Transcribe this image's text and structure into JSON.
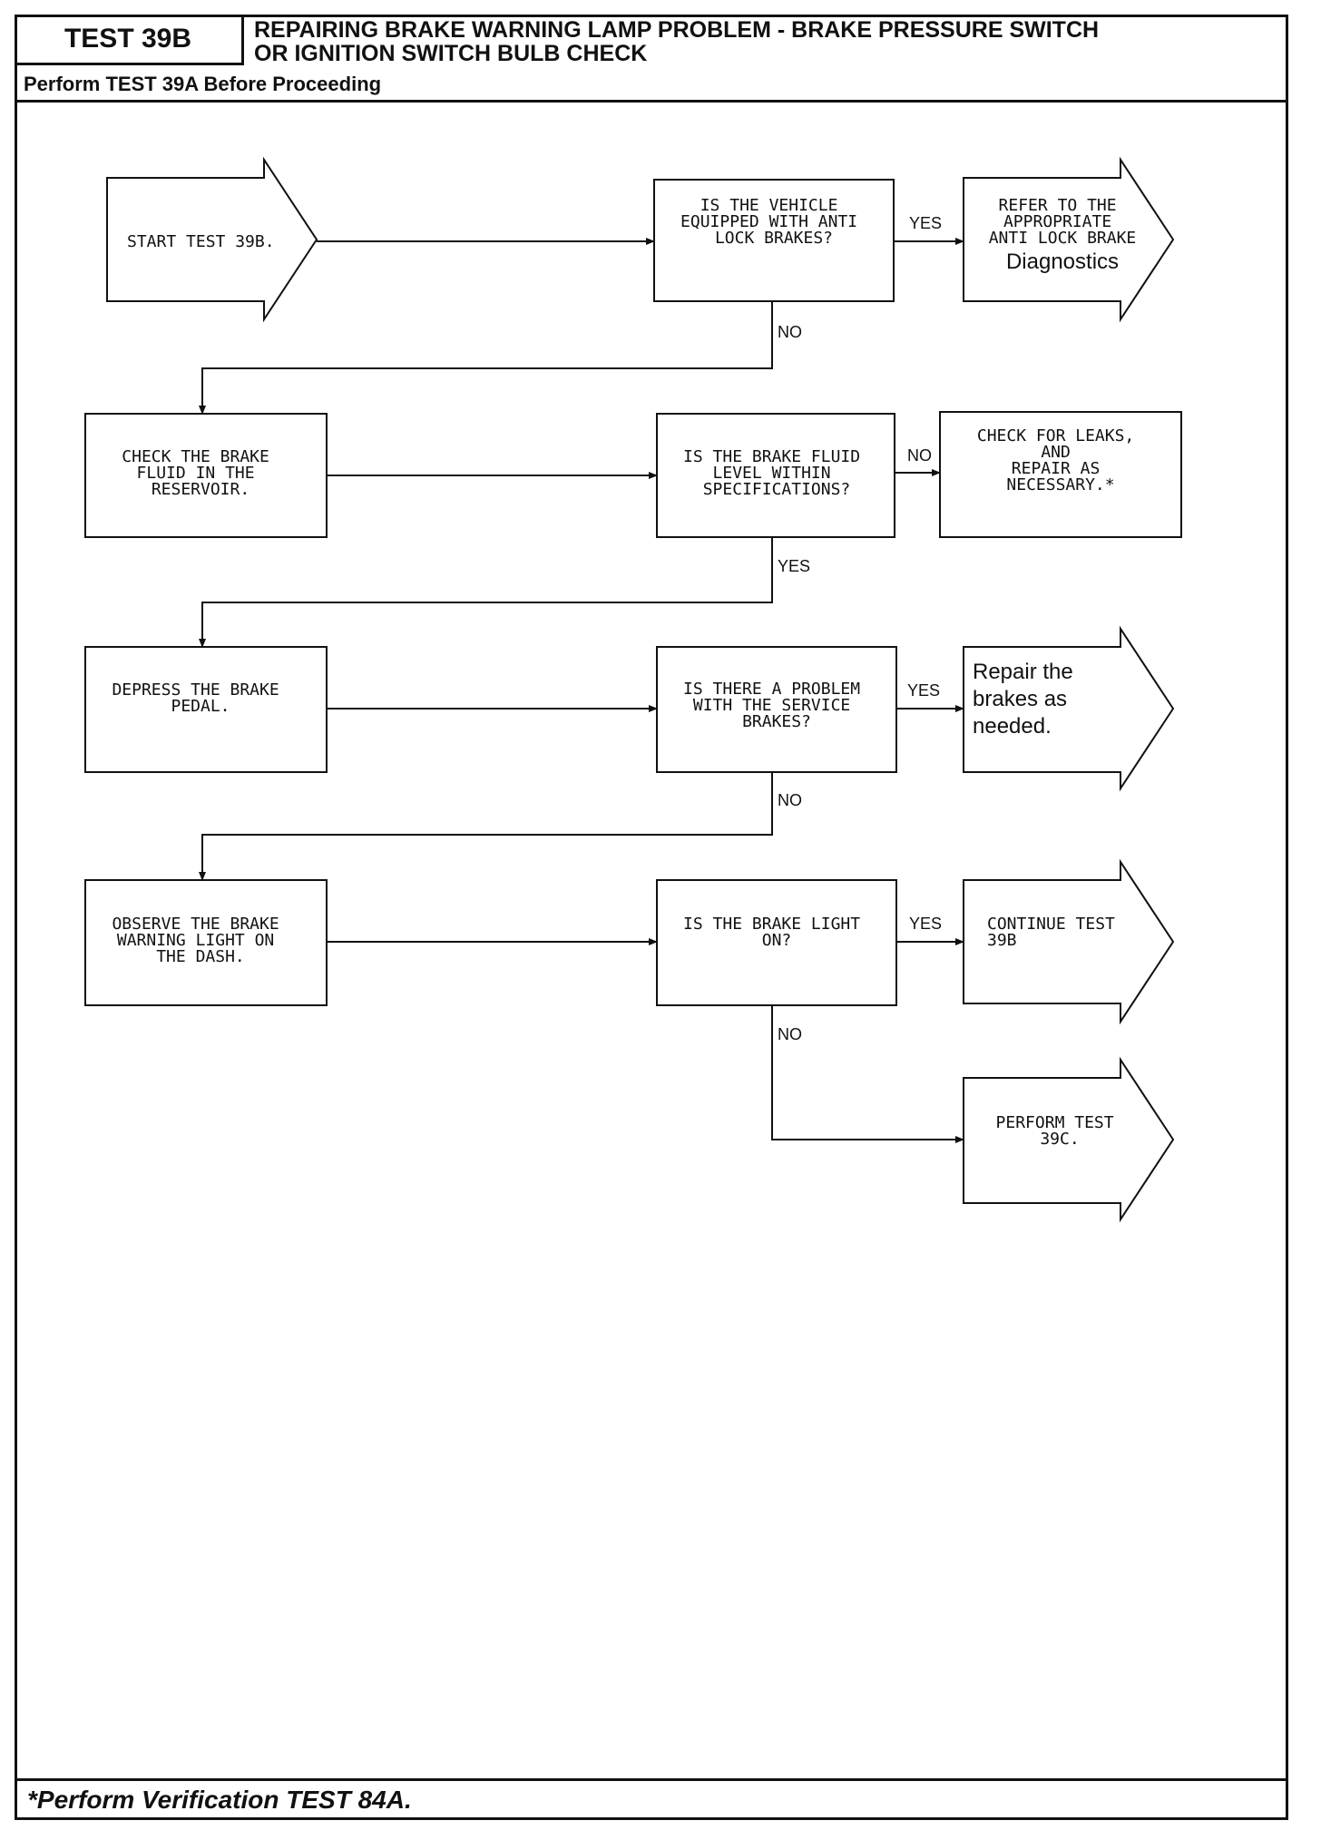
{
  "header": {
    "test_id": "TEST 39B",
    "title_line1": "REPAIRING BRAKE WARNING LAMP PROBLEM - BRAKE PRESSURE SWITCH",
    "title_line2": "OR IGNITION SWITCH BULB CHECK",
    "subtitle": "Perform TEST 39A Before Proceeding"
  },
  "flow": {
    "start": "START TEST 39B.",
    "q1": [
      "IS THE VEHICLE",
      "EQUIPPED WITH ANTI",
      "LOCK BRAKES?"
    ],
    "r1": [
      "REFER TO THE",
      "APPROPRIATE",
      "ANTI LOCK BRAKE",
      "Diagnostics"
    ],
    "a1_yes": "YES",
    "a1_no": "NO",
    "s2": [
      "CHECK THE BRAKE",
      "FLUID IN THE",
      "RESERVOIR."
    ],
    "q2": [
      "IS THE BRAKE FLUID",
      "LEVEL WITHIN",
      "SPECIFICATIONS?"
    ],
    "r2": [
      "CHECK FOR LEAKS,",
      "AND",
      "REPAIR AS",
      "NECESSARY.*"
    ],
    "a2_no": "NO",
    "a2_yes": "YES",
    "s3": [
      "DEPRESS THE BRAKE",
      "PEDAL."
    ],
    "q3": [
      "IS THERE A PROBLEM",
      "WITH THE SERVICE",
      "BRAKES?"
    ],
    "r3": [
      "Repair the",
      "brakes as",
      "needed."
    ],
    "a3_yes": "YES",
    "a3_no": "NO",
    "s4": [
      "OBSERVE THE BRAKE",
      "WARNING LIGHT ON",
      "THE DASH."
    ],
    "q4": [
      "IS THE BRAKE LIGHT",
      "ON?"
    ],
    "r4": [
      "CONTINUE TEST",
      "39B"
    ],
    "a4_yes": "YES",
    "a4_no": "NO",
    "r5": [
      "PERFORM TEST",
      "39C."
    ]
  },
  "footer": "*Perform Verification TEST 84A."
}
